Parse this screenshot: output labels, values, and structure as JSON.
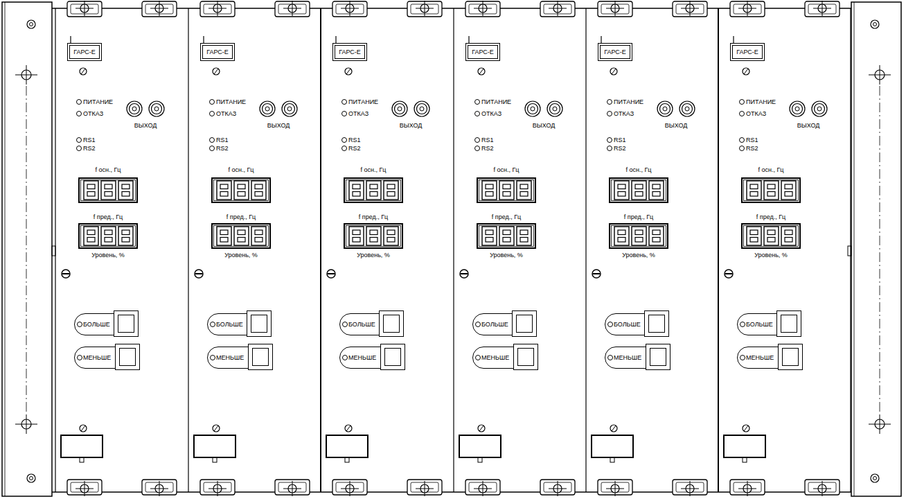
{
  "diagram": {
    "nodes": [
      {
        "text": [
          "ПИТАНИЕ",
          "ОТКАЗ",
          "ВЫХОД",
          "RS1",
          "RS2",
          "f осн., Гц",
          "f пред., Гц",
          "Уровень, %"
        ]
      },
      {
        "text": [
          "ГАРС-Е"
        ],
        "in": 0
      },
      {
        "text": [
          "БОЛЬШЕ"
        ],
        "in": 0
      },
      {
        "text": [
          "МЕНЬШЕ"
        ],
        "in": 0
      },
      {
        "text": [
          "ПИТАНИЕ",
          "ОТКАЗ",
          "ВЫХОД",
          "RS1",
          "RS2",
          "f осн., Гц",
          "f пред., Гц",
          "Уровень, %"
        ]
      },
      {
        "text": [
          "ГАРС-Е"
        ],
        "in": 4
      },
      {
        "text": [
          "БОЛЬШЕ"
        ],
        "in": 4
      },
      {
        "text": [
          "МЕНЬШЕ"
        ],
        "in": 4
      },
      {
        "text": [
          "ПИТАНИЕ",
          "ОТКАЗ",
          "ВЫХОД",
          "RS1",
          "RS2",
          "f осн., Гц",
          "f пред., Гц",
          "Уровень, %"
        ]
      },
      {
        "text": [
          "ГАРС-Е"
        ],
        "in": 8
      },
      {
        "text": [
          "БОЛЬШЕ"
        ],
        "in": 8
      },
      {
        "text": [
          "МЕНЬШЕ"
        ],
        "in": 8
      },
      {
        "text": [
          "ПИТАНИЕ",
          "ОТКАЗ",
          "ВЫХОД",
          "RS1",
          "RS2",
          "f осн., Гц",
          "f пред., Гц",
          "Уровень, %"
        ]
      },
      {
        "text": [
          "ГАРС-Е"
        ],
        "in": 12
      },
      {
        "text": [
          "БОЛЬШЕ"
        ],
        "in": 12
      },
      {
        "text": [
          "МЕНЬШЕ"
        ],
        "in": 12
      },
      {
        "text": [
          "ПИТАНИЕ",
          "ОТКАЗ",
          "ВЫХОД",
          "RS1",
          "RS2",
          "f осн., Гц",
          "f пред., Гц",
          "Уровень, %"
        ]
      },
      {
        "text": [
          "ГАРС-Е"
        ],
        "in": 16
      },
      {
        "text": [
          "БОЛЬШЕ"
        ],
        "in": 16
      },
      {
        "text": [
          "МЕНЬШЕ"
        ],
        "in": 16
      },
      {
        "text": [
          "ПИТАНИЕ",
          "ОТКАЗ",
          "ВЫХОД",
          "RS1",
          "RS2",
          "f осн., Гц",
          "f пред., Гц",
          "Уровень, %"
        ]
      },
      {
        "text": [
          "ГАРС-Е"
        ],
        "in": 20
      },
      {
        "text": [
          "БОЛЬШЕ"
        ],
        "in": 20
      },
      {
        "text": [
          "МЕНЬШЕ"
        ],
        "in": 20
      }
    ]
  }
}
